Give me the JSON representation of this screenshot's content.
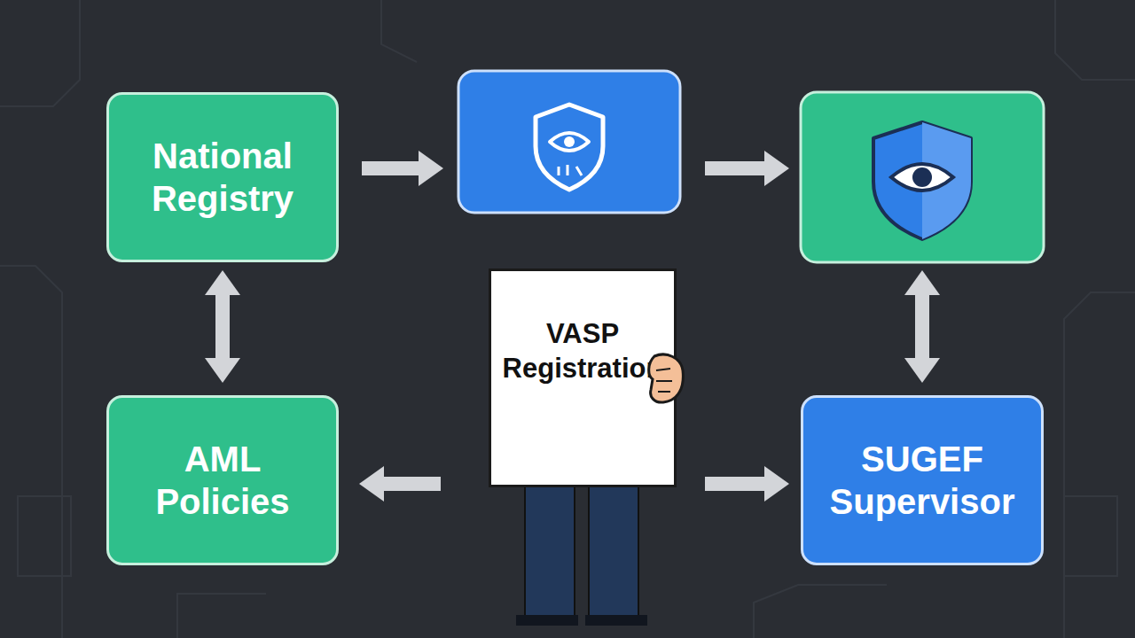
{
  "diagram": {
    "nodes": [
      {
        "text": [
          "National Registry"
        ]
      },
      {
        "text": [
          "VASP Registration"
        ]
      },
      {
        "text": [
          "AML Policies"
        ]
      },
      {
        "text": [
          "SUGEF Supervisor"
        ]
      }
    ],
    "edges": [
      {
        "from": 0,
        "to": 2,
        "arrow": "both"
      },
      {
        "from": 1,
        "to": 2,
        "arrow": "to"
      },
      {
        "from": 1,
        "to": 3,
        "arrow": "to"
      }
    ]
  }
}
